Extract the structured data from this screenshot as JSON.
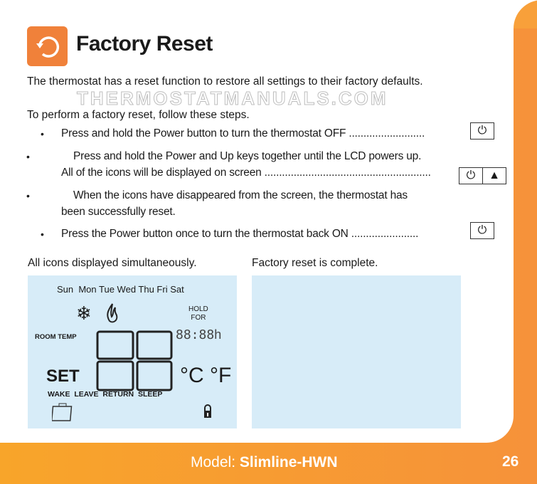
{
  "header": {
    "title": "Factory Reset",
    "icon": "reset-icon"
  },
  "intro": "The thermostat has a reset function to restore all settings to their factory defaults.",
  "steps_intro": "To perform a factory reset, follow these steps.",
  "steps": [
    {
      "lines": [
        "Press and hold the Power button to turn the thermostat OFF .........................."
      ],
      "keys": [
        "power"
      ]
    },
    {
      "lines": [
        "Press and hold the Power and Up keys together until the LCD powers up.",
        "All of the icons will be displayed on screen ........................................................."
      ],
      "keys": [
        "power",
        "up"
      ]
    },
    {
      "lines": [
        "When the icons have disappeared from the screen, the thermostat has",
        "been successfully reset."
      ],
      "keys": []
    },
    {
      "lines": [
        "Press the Power button once to turn the thermostat back ON ......................."
      ],
      "keys": [
        "power"
      ]
    }
  ],
  "bullet": "•",
  "keys": {
    "power": "⏻",
    "up": "▲"
  },
  "watermark": "THERMOSTATMANUALS.COM",
  "captions": {
    "left": "All icons displayed simultaneously.",
    "right": "Factory reset is complete."
  },
  "lcd": {
    "days": "Sun  Mon Tue Wed Thu Fri Sat",
    "hold": "HOLD",
    "for": "FOR",
    "room_temp": "ROOM TEMP",
    "clock": "88:88",
    "clock_unit": "h",
    "set": "SET",
    "celsius": "°C",
    "fahrenheit": "°F",
    "modes": "WAKE  LEAVE  RETURN  SLEEP",
    "big_digits": "88"
  },
  "footer": {
    "model_label": "Model:",
    "model_name": "Slimline-HWN",
    "page": "26"
  },
  "colors": {
    "orange": "#f7a12c",
    "icon_bg": "#f0813a",
    "lcd_bg": "#d7ecf8"
  }
}
